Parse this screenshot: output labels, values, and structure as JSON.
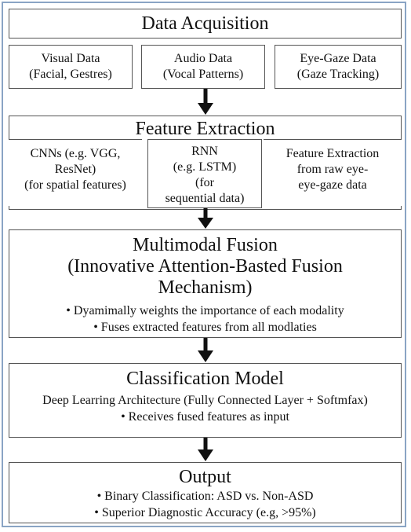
{
  "acquisition": {
    "title": "Data Acquisition",
    "sources": [
      {
        "label": "Visual Data\n(Facial, Gestres)"
      },
      {
        "label": "Audio Data\n(Vocal Patterns)"
      },
      {
        "label": "Eye-Gaze Data\n(Gaze Tracking)"
      }
    ]
  },
  "extraction": {
    "title": "Feature Extraction",
    "methods": [
      {
        "label": "CNNs (e.g. VGG,\nResNet)\n(for spatial features)"
      },
      {
        "label": "RNN\n(e.g. LSTM)\n(for\nsequential data)"
      },
      {
        "label": "Feature Extraction\nfrom raw eye-\neye-gaze data"
      }
    ]
  },
  "fusion": {
    "title": "Multimodal Fusion\n(Innovative Attention-Basted Fusion\nMechanism)",
    "bullets": [
      "• Dyamimally weights the importance of each modality",
      "• Fuses extracted features from all modlaties"
    ]
  },
  "classification": {
    "title": "Classification Model",
    "subtitle": "Deep Learring Architecture (Fully Connected Layer + Softmfax)",
    "bullets": [
      "• Receives fused features as input"
    ]
  },
  "output": {
    "title": "Output",
    "bullets": [
      "• Binary Classification: ASD vs. Non-ASD",
      "• Superior Diagnostic Accuracy (e.g, >95%)"
    ]
  }
}
